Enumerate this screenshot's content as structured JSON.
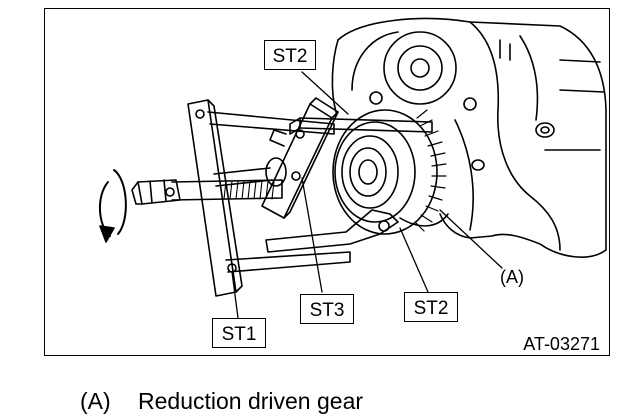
{
  "callouts": {
    "st2_top": "ST2",
    "st3": "ST3",
    "st2_bottom": "ST2",
    "st1": "ST1",
    "part_a": "(A)"
  },
  "figure_id": "AT-03271",
  "legend": {
    "key": "(A)",
    "text": "Reduction driven gear"
  },
  "colors": {
    "line": "#000000",
    "background": "#ffffff"
  }
}
